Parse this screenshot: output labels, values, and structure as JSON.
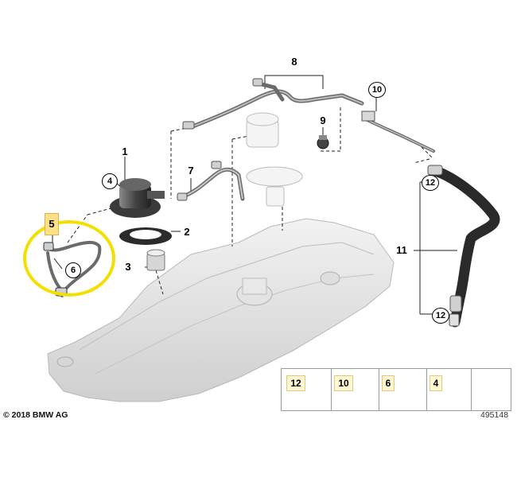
{
  "copyright": "© 2018 BMW AG",
  "diagram_number": "495148",
  "callouts": {
    "c1": "1",
    "c2": "2",
    "c3": "3",
    "c4": "4",
    "c5": "5",
    "c6": "6",
    "c7": "7",
    "c8": "8",
    "c9": "9",
    "c10": "10",
    "c11": "11",
    "c12a": "12",
    "c12b": "12"
  },
  "legend": {
    "items": [
      "12",
      "10",
      "6",
      "4"
    ]
  },
  "colors": {
    "highlight_ring": "#f3e000",
    "callout_fill": "#fff7d6",
    "part_gray": "#d9d9d9"
  }
}
